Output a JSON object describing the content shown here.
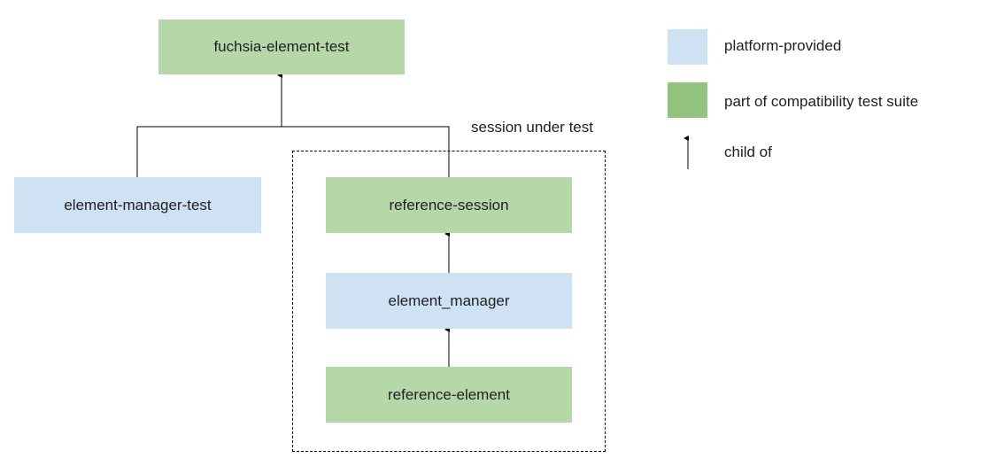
{
  "nodes": {
    "fuchsia_element_test": "fuchsia-element-test",
    "element_manager_test": "element-manager-test",
    "reference_session": "reference-session",
    "element_manager": "element_manager",
    "reference_element": "reference-element"
  },
  "group": {
    "session_label": "session under test"
  },
  "legend": {
    "platform_provided": "platform-provided",
    "compatibility_suite": "part of compatibility test suite",
    "child_of": "child of"
  },
  "colors": {
    "platform_provided": "#cfe2f3",
    "compatibility_suite": "#b6d7a8",
    "legend_green": "#93c47d"
  }
}
